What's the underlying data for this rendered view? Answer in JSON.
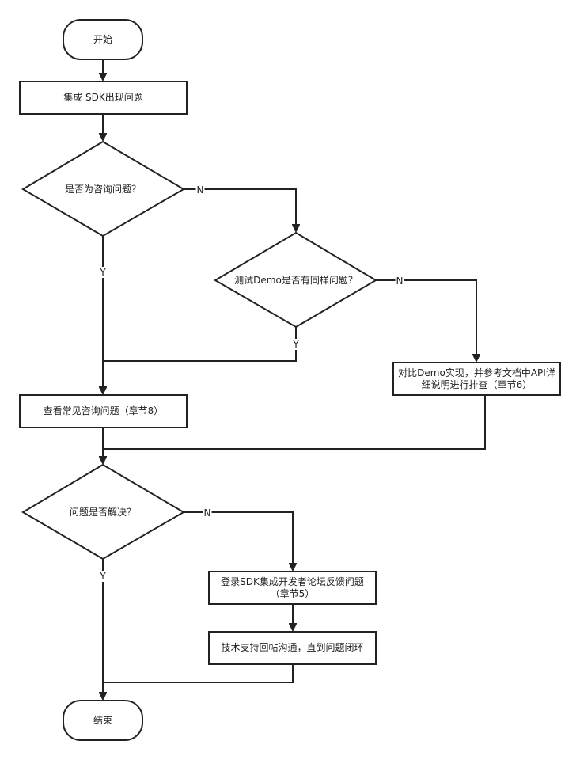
{
  "nodes": {
    "start": "开始",
    "integrate": "集成 SDK出现问题",
    "is_consult": "是否为咨询问题？",
    "demo_same": "测试Demo是否有同样问题？",
    "compare_demo": "对比Demo实现，并参考文档中API详细说明进行排查（章节6）",
    "faq": "查看常见咨询问题（章节8）",
    "resolved": "问题是否解决？",
    "forum": "登录SDK集成开发者论坛反馈问题（章节5）",
    "support": "技术支持回帖沟通，直到问题闭环",
    "end": "结束"
  },
  "labels": {
    "yes": "Y",
    "no": "N"
  },
  "colors": {
    "stroke": "#222222",
    "fill": "#ffffff",
    "text": "#222222"
  }
}
